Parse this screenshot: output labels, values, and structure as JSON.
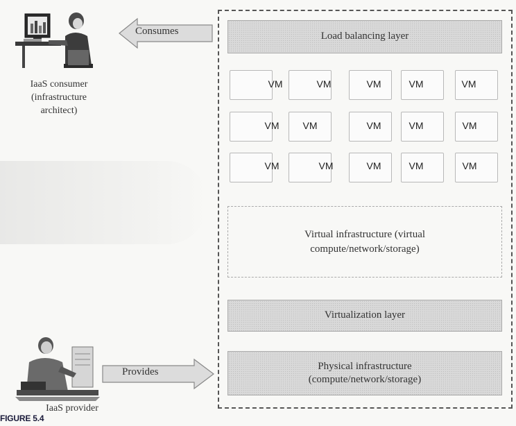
{
  "consumer": {
    "arrow_label": "Consumes",
    "label_lines": [
      "IaaS consumer",
      "(infrastructure",
      "architect)"
    ],
    "icon": "desktop-computer-user-icon"
  },
  "provider": {
    "arrow_label": "Provides",
    "label": "IaaS provider",
    "icon": "server-technician-icon"
  },
  "stack": {
    "load_balancing": "Load balancing layer",
    "vm_label": "VM",
    "virtual_infrastructure_lines": [
      "Virtual infrastructure (virtual",
      "compute/network/storage)"
    ],
    "virtualization": "Virtualization layer",
    "physical_infrastructure_lines": [
      "Physical infrastructure",
      "(compute/network/storage)"
    ]
  },
  "figure_caption": "FIGURE 5.4",
  "colors": {
    "layer_fill": "#d9d9d9",
    "arrow_fill": "#dcdcdc",
    "frame_stroke": "#555555"
  }
}
